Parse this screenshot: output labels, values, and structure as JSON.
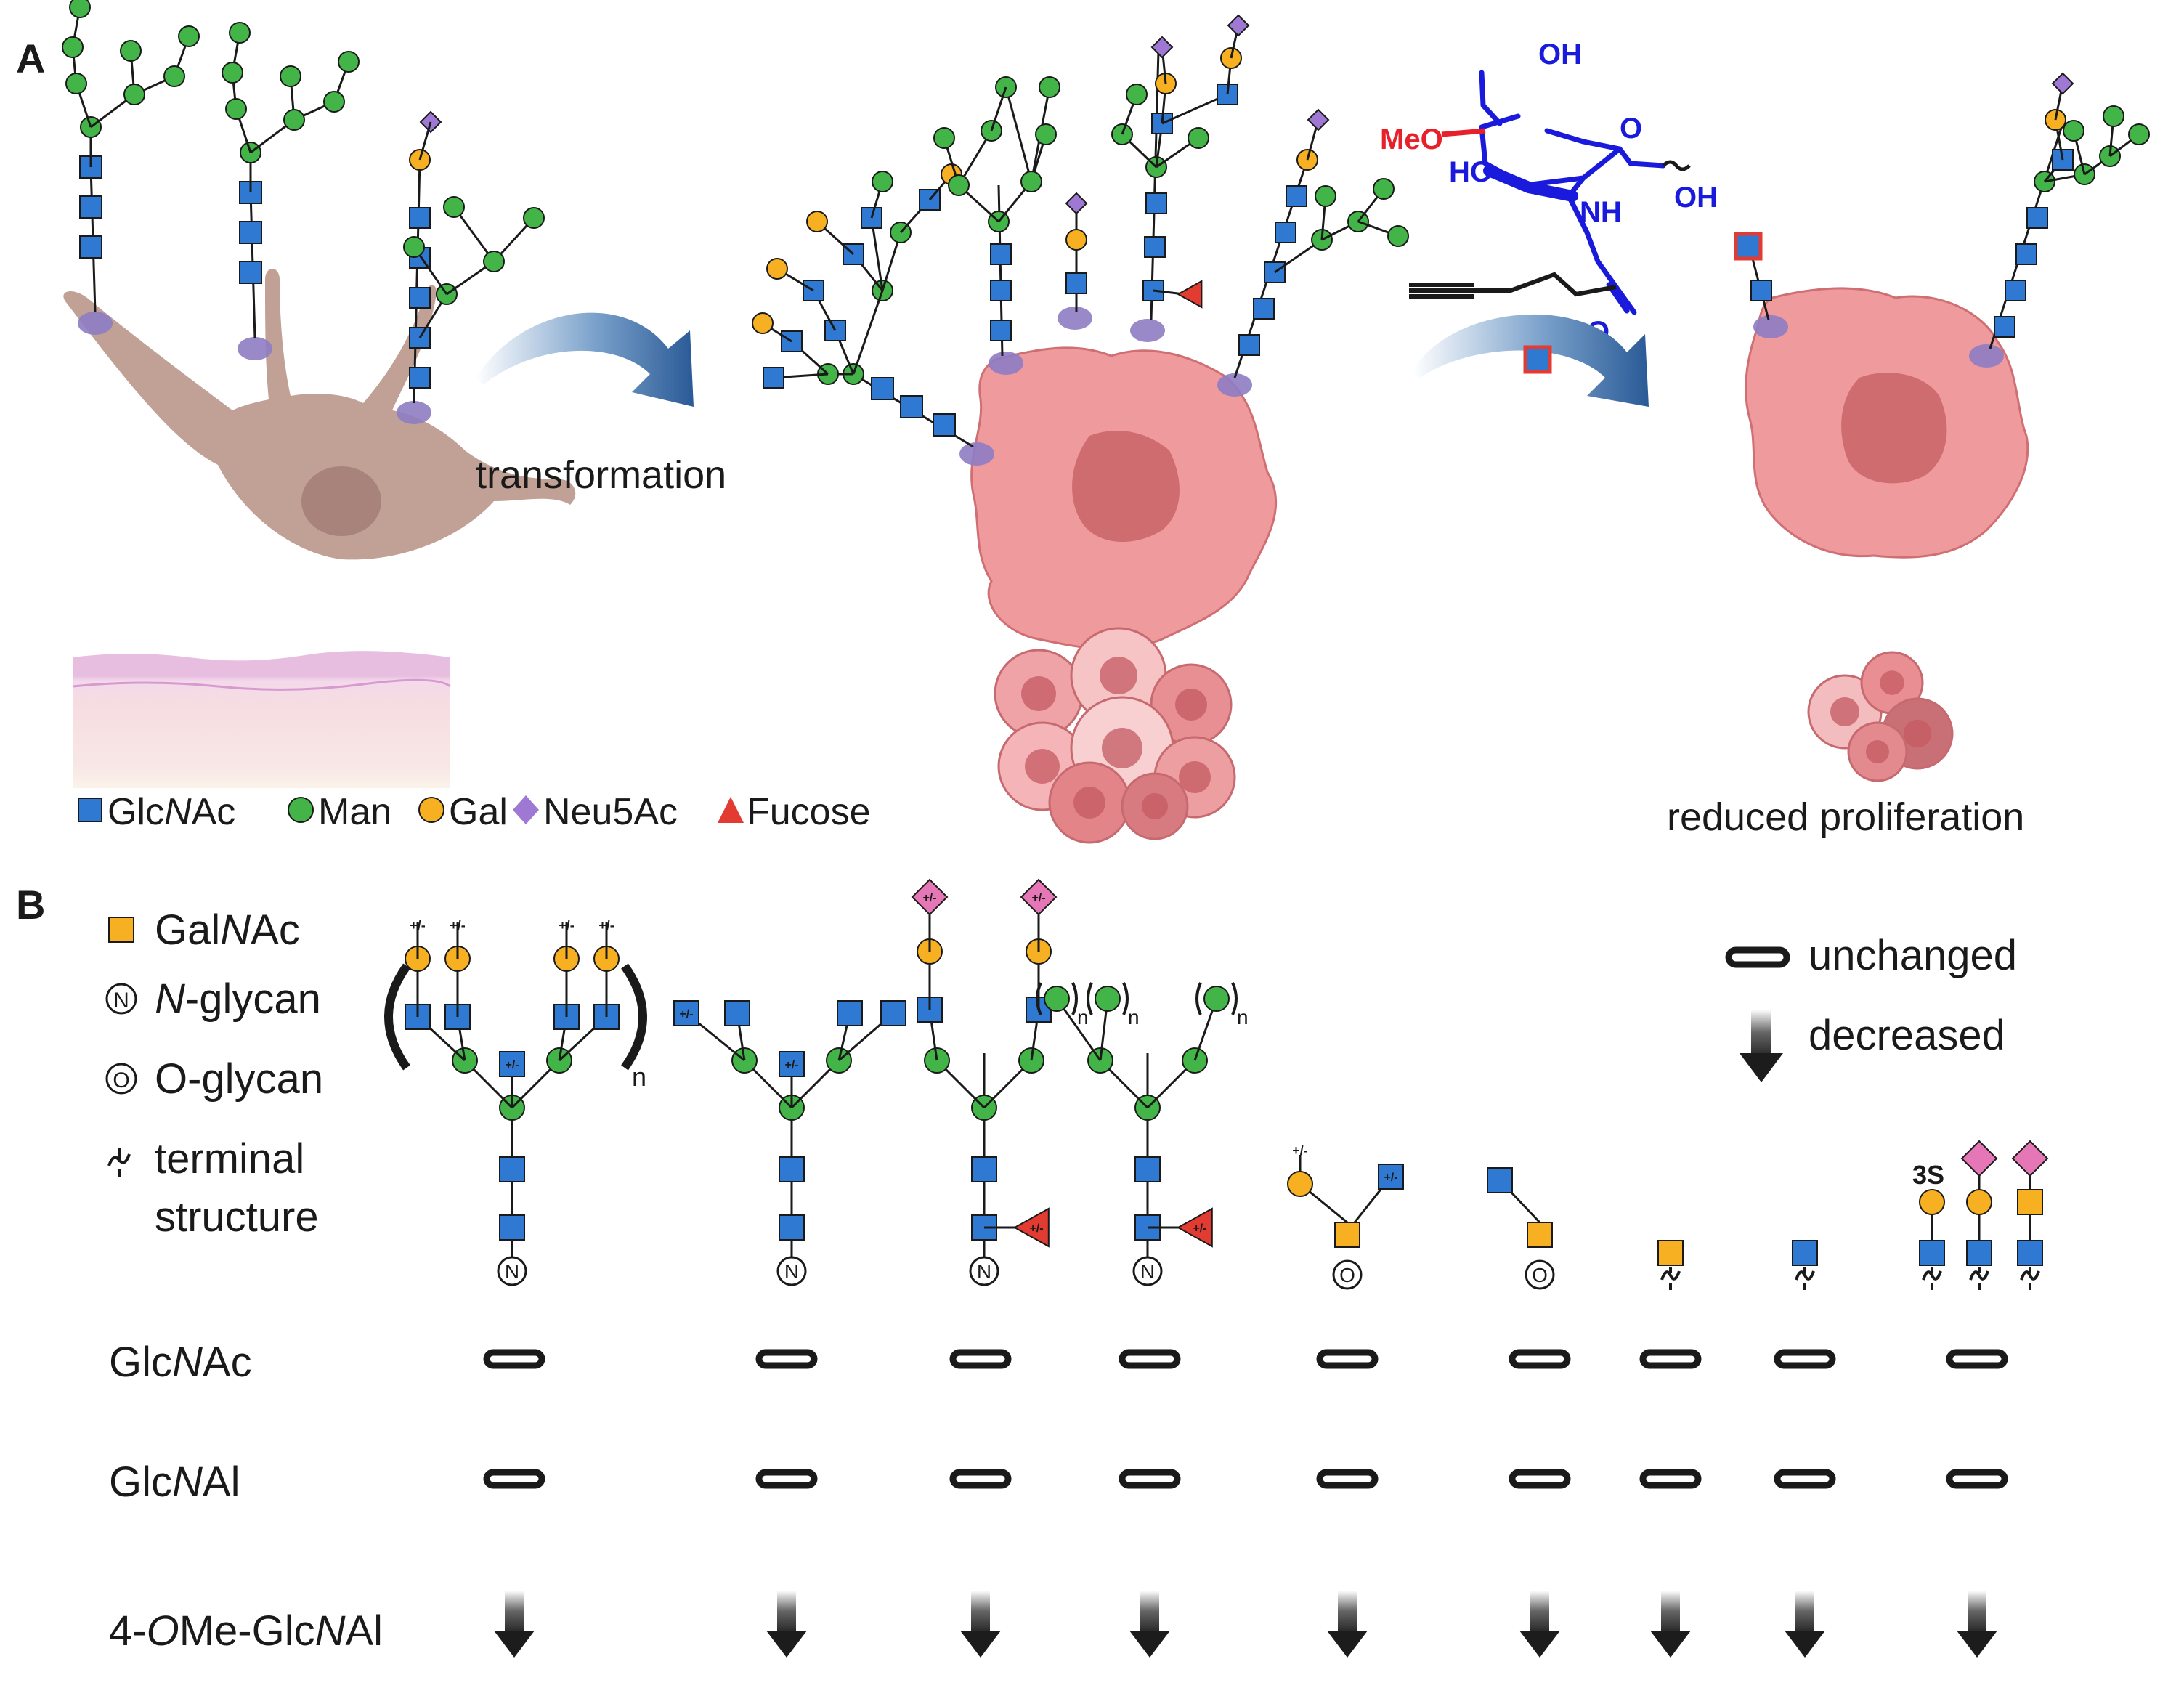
{
  "panel_a": {
    "label": "A",
    "arrow1_label": "transformation",
    "reduced_label": "reduced proliferation",
    "chem": {
      "meo": "MeO",
      "oh_top": "OH",
      "o_ring": "O",
      "ho": "HO",
      "oh_right": "OH",
      "nh": "NH",
      "o_carbonyl": "O"
    },
    "legend": [
      {
        "name": "GlcNAc",
        "pre": "Glc",
        "ital": "N",
        "post": "Ac",
        "shape": "square",
        "color": "#2f79d2"
      },
      {
        "name": "Man",
        "pre": "Man",
        "ital": "",
        "post": "",
        "shape": "circle",
        "color": "#43b548"
      },
      {
        "name": "Gal",
        "pre": "Gal",
        "ital": "",
        "post": "",
        "shape": "circle",
        "color": "#f6b022"
      },
      {
        "name": "Neu5Ac",
        "pre": "Neu5Ac",
        "ital": "",
        "post": "",
        "shape": "diamond",
        "color": "#9e78d2"
      },
      {
        "name": "Fucose",
        "pre": "Fucose",
        "ital": "",
        "post": "",
        "shape": "triangle",
        "color": "#e23b32"
      }
    ]
  },
  "panel_b": {
    "label": "B",
    "legend": [
      {
        "symbol": "galnac-square",
        "pre": "Gal",
        "ital": "N",
        "post": "Ac"
      },
      {
        "symbol": "N",
        "pre": "",
        "ital": "N",
        "post": "-glycan"
      },
      {
        "symbol": "O",
        "pre": "O-glycan",
        "ital": "",
        "post": ""
      },
      {
        "symbol": "wavy",
        "pre": "terminal",
        "ital": "",
        "post": "",
        "line2": "structure"
      }
    ],
    "key": {
      "unchanged": "unchanged",
      "decreased": "decreased"
    },
    "plus_minus": "+/-",
    "repeat_n": "n",
    "sulfate": "3S",
    "rows": [
      {
        "name": "GlcNAc",
        "pre": "Glc",
        "ital": "N",
        "post": "Ac",
        "effects": [
          "unchanged",
          "unchanged",
          "unchanged",
          "unchanged",
          "unchanged",
          "unchanged",
          "unchanged",
          "unchanged",
          "unchanged"
        ]
      },
      {
        "name": "GlcNAl",
        "pre": "Glc",
        "ital": "N",
        "post": "Al",
        "effects": [
          "unchanged",
          "unchanged",
          "unchanged",
          "unchanged",
          "unchanged",
          "unchanged",
          "unchanged",
          "unchanged",
          "unchanged"
        ]
      },
      {
        "name": "4-OMe-GlcNAl",
        "pre": "4-",
        "ital": "O",
        "post": "Me-Glc",
        "ital2": "N",
        "post2": "Al",
        "effects": [
          "decreased",
          "decreased",
          "decreased",
          "decreased",
          "decreased",
          "decreased",
          "decreased",
          "decreased",
          "decreased"
        ]
      }
    ]
  },
  "colors": {
    "glcnac": "#2f79d2",
    "man": "#43b548",
    "gal": "#f6b022",
    "neu5ac": "#9e78d2",
    "fucose": "#e23b32",
    "galnac": "#f6b022",
    "neu5gc": "#e677b6",
    "fibroblast": "#c1a096",
    "cancer": "#ef9a9c",
    "nucleus": "#cf6c70",
    "protein": "#8e7cc3",
    "chem_red": "#e8202a",
    "chem_blue": "#1a1adc"
  }
}
